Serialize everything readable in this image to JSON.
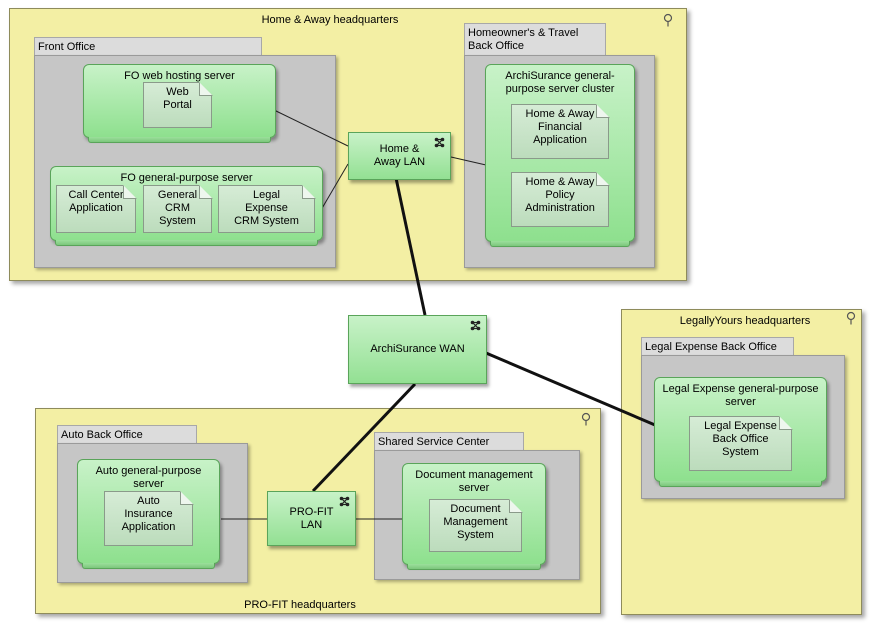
{
  "locations": {
    "home_away": "Home & Away headquarters",
    "legally_yours": "LegallyYours headquarters",
    "profit": "PRO-FIT headquarters"
  },
  "groups": {
    "front_office": "Front Office",
    "homeowners_line1": "Homeowner's & Travel",
    "homeowners_line2": "Back Office",
    "legal_expense_back_office": "Legal Expense Back Office",
    "auto_back_office": "Auto Back Office",
    "shared_service_center": "Shared Service Center"
  },
  "nodes": {
    "fo_web_hosting": "FO web hosting server",
    "fo_general_purpose": "FO general-purpose server",
    "archisurance_cluster_line1": "ArchiSurance general-",
    "archisurance_cluster_line2": "purpose server cluster",
    "legal_expense_server_line1": "Legal Expense general-purpose",
    "legal_expense_server_line2": "server",
    "auto_server_line1": "Auto general-purpose",
    "auto_server_line2": "server",
    "doc_mgmt_server_line1": "Document management",
    "doc_mgmt_server_line2": "server"
  },
  "networks": {
    "home_away_lan_line1": "Home &",
    "home_away_lan_line2": "Away LAN",
    "archisurance_wan": "ArchiSurance WAN",
    "profit_lan_line1": "PRO-FIT",
    "profit_lan_line2": "LAN"
  },
  "artifacts": {
    "web_portal": [
      "Web",
      "Portal"
    ],
    "call_center": [
      "Call Center",
      "Application"
    ],
    "general_crm": [
      "General",
      "CRM",
      "System"
    ],
    "legal_expense_crm": [
      "Legal",
      "Expense",
      "CRM System"
    ],
    "financial_app": [
      "Home & Away",
      "Financial",
      "Application"
    ],
    "policy_admin": [
      "Home & Away",
      "Policy",
      "Administration"
    ],
    "legal_expense_bo_system": [
      "Legal Expense",
      "Back Office",
      "System"
    ],
    "auto_insurance": [
      "Auto",
      "Insurance",
      "Application"
    ],
    "doc_mgmt_system": [
      "Document",
      "Management",
      "System"
    ]
  },
  "icons": {
    "location": "location-pin-icon",
    "network": "network-icon",
    "artifact": "document-fold-icon"
  }
}
